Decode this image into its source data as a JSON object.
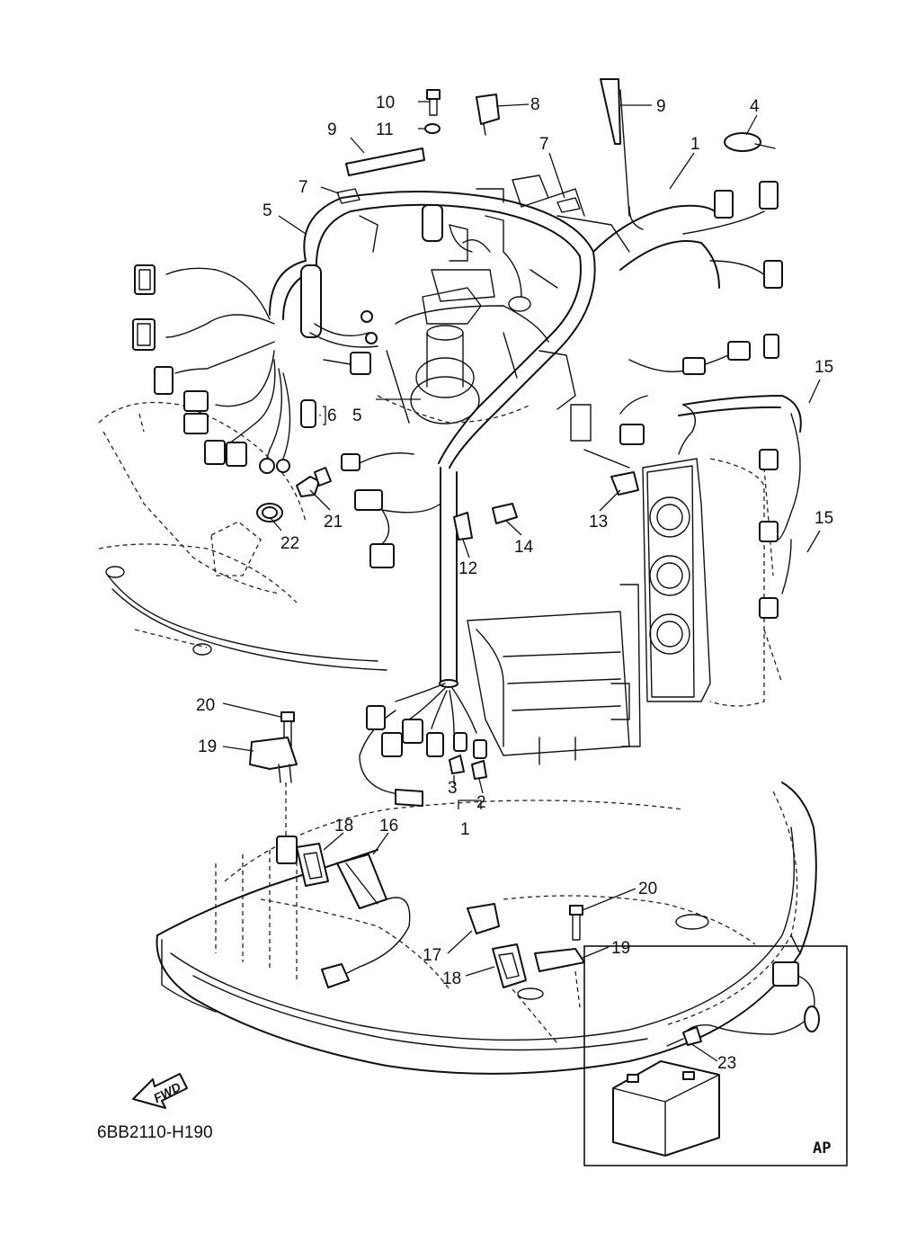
{
  "diagram_code": "6BB2110-H190",
  "inset_label": "AP",
  "fwd_label": "FWD",
  "callouts": {
    "c10": "10",
    "c8": "8",
    "c9a": "9",
    "c11": "11",
    "c9b": "9",
    "c4": "4",
    "c7a": "7",
    "c7b": "7",
    "c1a": "1",
    "c5a": "5",
    "c6": "6",
    "c5b": "5",
    "c15a": "15",
    "c15b": "15",
    "c21": "21",
    "c22": "22",
    "c12": "12",
    "c13": "13",
    "c14": "14",
    "c20a": "20",
    "c19a": "19",
    "c3": "3",
    "c2": "2",
    "c1b": "1",
    "c18a": "18",
    "c16": "16",
    "c20b": "20",
    "c17": "17",
    "c19b": "19",
    "c18b": "18",
    "c23": "23"
  }
}
